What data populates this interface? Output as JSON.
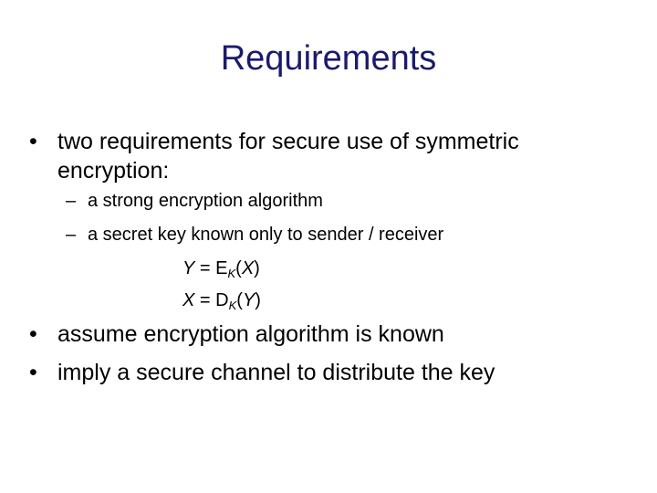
{
  "slide": {
    "title": "Requirements",
    "title_color": "#1a1a6e",
    "bullets": [
      {
        "marker": "•",
        "text": "two requirements for secure use of symmetric encryption:",
        "sub_items": [
          {
            "marker": "–",
            "text": "a strong encryption algorithm"
          },
          {
            "marker": "–",
            "text": "a secret key known only to sender / receiver"
          }
        ]
      },
      {
        "marker": "•",
        "text": "assume encryption algorithm is known"
      },
      {
        "marker": "•",
        "text": "imply a secure channel to distribute the key"
      }
    ],
    "equations": [
      {
        "lhs": "Y",
        "eq": " = ",
        "fn": "E",
        "subscript": "K",
        "open": "(",
        "arg": "X",
        "close": ")"
      },
      {
        "lhs": "X",
        "eq": " = ",
        "fn": "D",
        "subscript": "K",
        "open": "(",
        "arg": "Y",
        "close": ")"
      }
    ]
  }
}
